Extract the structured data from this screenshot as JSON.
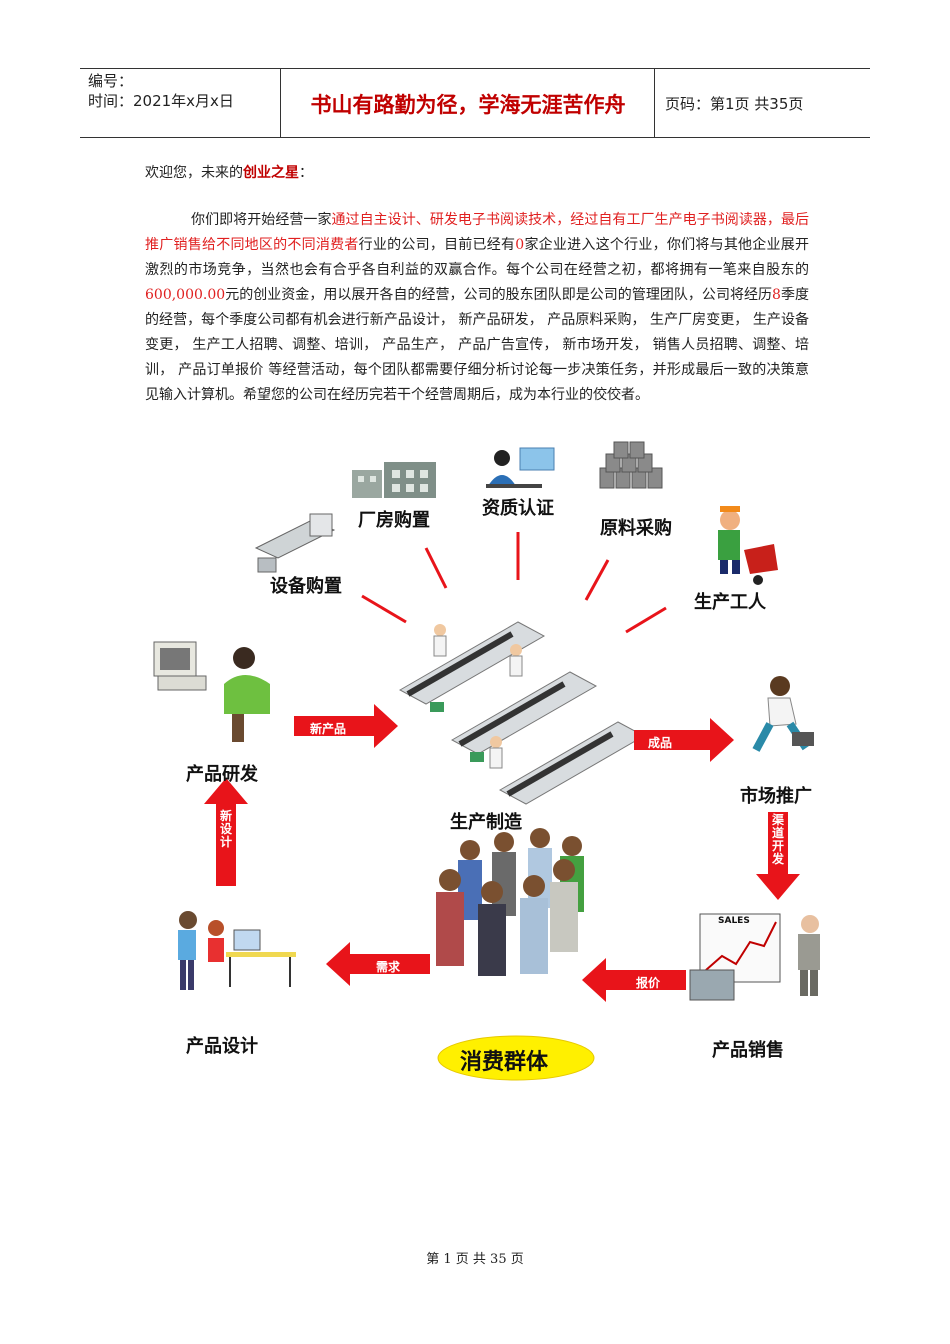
{
  "header": {
    "number_label": "编号：",
    "date_label": "时间：2021年x月x日",
    "motto": "书山有路勤为径，学海无涯苦作舟",
    "page_info": "页码：第1页  共35页"
  },
  "greeting": {
    "prefix": "欢迎您，未来的",
    "highlight": "创业之星",
    "suffix": "："
  },
  "body": {
    "p1": "你们即将开始经营一家",
    "p2": "通过自主设计、研发电子书阅读技术，经过自有工厂生产电子书阅读器，最后推广销售给不同地区的不同消费者",
    "p3": "行业的公司，目前已经有",
    "p4": "0",
    "p5": "家企业进入这个行业，你们将与其他企业展开激烈的市场竞争，当然也会有合乎各自利益的双赢合作。每个公司在经营之初，都将拥有一笔来自股东的",
    "p6": " 600,000.00",
    "p7": "元的创业资金，用以展开各自的经营，公司的股东团队即是公司的管理团队，公司将经历",
    "p8": "8",
    "p9": "季度的经营，每个季度公司都有机会进行新产品设计，  新产品研发，  产品原料采购，  生产厂房变更，  生产设备变更，  生产工人招聘、调整、培训，  产品生产，  产品广告宣传，  新市场开发，  销售人员招聘、调整、培训，  产品订单报价  等经营活动，每个团队都需要仔细分析讨论每一步决策任务，并形成最后一致的决策意见输入计算机。希望您的公司在经历完若干个经营周期后，成为本行业的佼佼者。"
  },
  "diagram": {
    "factory": "厂房购置",
    "qualification": "资质认证",
    "materials": "原料采购",
    "equipment": "设备购置",
    "workers": "生产工人",
    "production": "生产制造",
    "rnd": "产品研发",
    "marketing": "市场推广",
    "design": "产品设计",
    "sales": "产品销售",
    "consumers": "消费群体",
    "arrow_new_product": "新产品",
    "arrow_finished": "成品",
    "arrow_new_design": "新设计",
    "arrow_channel": "渠道开发",
    "arrow_demand": "需求",
    "arrow_quote": "报价",
    "sales_chart_label": "SALES"
  },
  "footer": {
    "page": "第 1 页 共 35 页"
  }
}
